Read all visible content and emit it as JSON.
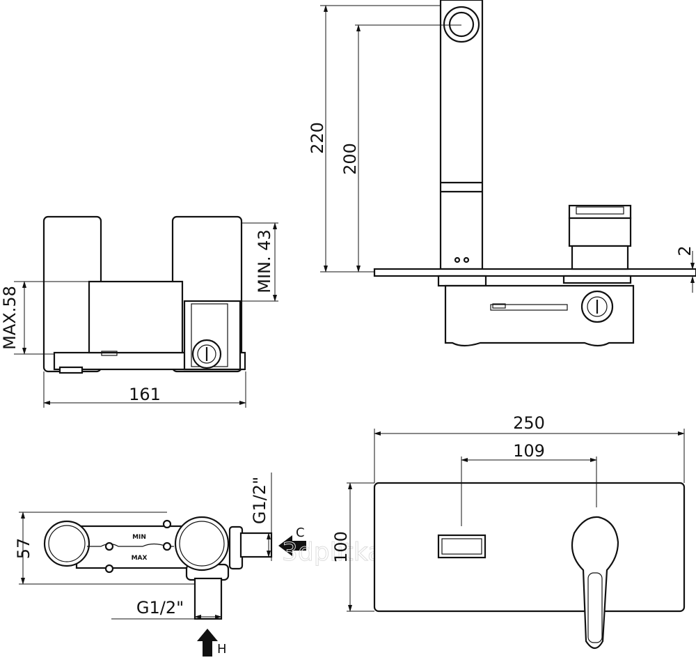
{
  "drawing": {
    "side_view": {
      "width_dim": "161",
      "max_dim": "MAX.58",
      "min_dim": "MIN. 43"
    },
    "front_view": {
      "dim_220": "220",
      "dim_200": "200",
      "dim_2": "2"
    },
    "top_view": {
      "dim_57": "57",
      "inlet_cold": "G1/2\"",
      "inlet_hot": "G1/2\"",
      "label_min": "MIN",
      "label_max": "MAX",
      "cold_label": "C",
      "hot_label": "H"
    },
    "plate_view": {
      "dim_250": "250",
      "dim_109": "109",
      "dim_100": "100"
    },
    "watermark": "3dplitka.ru"
  }
}
